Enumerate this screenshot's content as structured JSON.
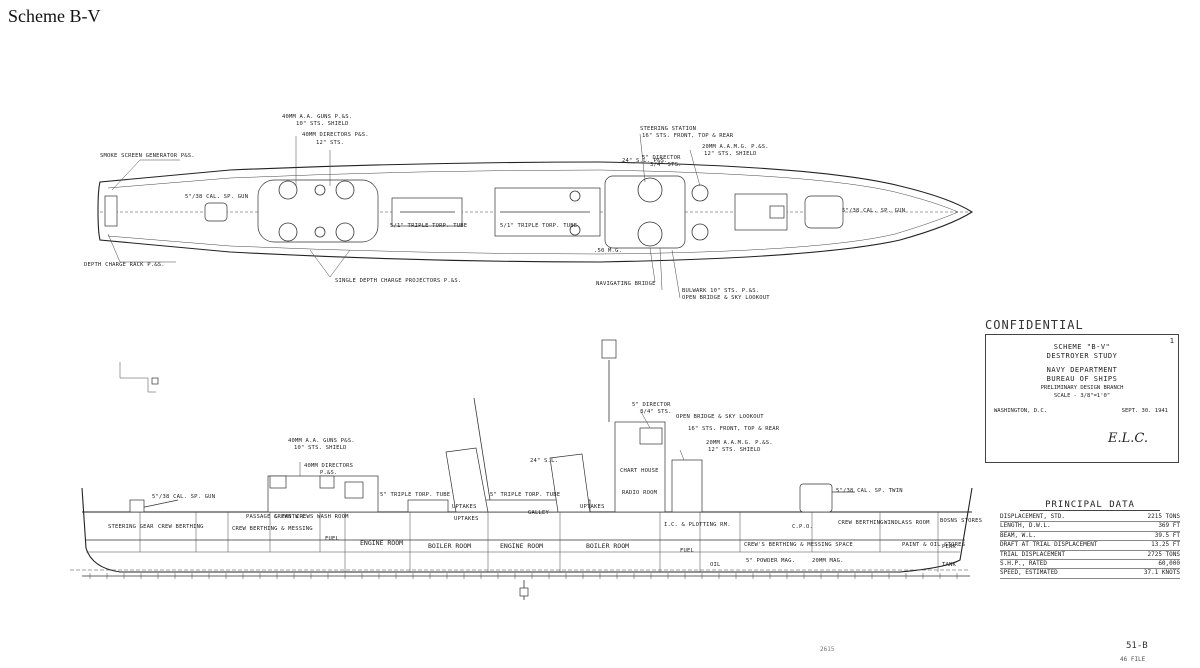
{
  "page_title": "Scheme B-V",
  "plan_labels": {
    "smoke": "SMOKE SCREEN GENERATOR P&S.",
    "depth_rack": "DEPTH CHARGE RACK P.&S.",
    "aft_gun": "5\"/38 CAL. SP. GUN",
    "aa_guns": "40MM A.A. GUNS P.&S.",
    "aa_shields": "10\" STS. SHIELD",
    "directors": "40MM DIRECTORS P&S.",
    "directors_sub": "12\" STS.",
    "projectors": "SINGLE DEPTH CHARGE PROJECTORS P.&S.",
    "tube_aft": "5/1\" TRIPLE TORP. TUBE",
    "tube_fwd": "5/1\" TRIPLE TORP. TUBE",
    "steering": "STEERING STATION",
    "steering_sub": "16\" STS. FRONT, TOP & REAR",
    "sl": "24\" S.L. P&S.",
    "director5": "5\" DIRECTOR",
    "director5_sub": "3/4\" STS.",
    "aamg": "20MM A.A.M.G. P.&S.",
    "aamg_sub": "12\" STS. SHIELD",
    "mg": ".50 M.G.",
    "nav_bridge": "NAVIGATING BRIDGE",
    "bulwark": "BULWARK 10\" STS. P.&S.",
    "open_bridge": "OPEN BRIDGE & SKY LOOKOUT",
    "fwd_gun": "5\"/38 CAL. SP. GUN"
  },
  "profile_labels": {
    "aa_guns": "40MM A.A. GUNS P&S.",
    "aa_shields": "10\" STS. SHIELD",
    "directors": "40MM DIRECTORS",
    "directors_sub": "P.&S.",
    "aft_gun": "5\"/38 CAL. SP. GUN",
    "tube_aft": "5\" TRIPLE TORP. TUBE",
    "tube_fwd": "5\" TRIPLE TORP. TUBE",
    "director5": "5\" DIRECTOR",
    "director5_sub": "3/4\" STS.",
    "open_bridge": "OPEN BRIDGE & SKY LOOKOUT",
    "steering_sub": "16\" STS. FRONT, TOP & REAR",
    "aamg": "20MM A.A.M.G. P.&S.",
    "aamg_sub": "12\" STS. SHIELD",
    "sl": "24\" S.L.",
    "fwd_gun": "5\"/38 CAL. SP. TWIN",
    "stack_aft": "UPTAKES",
    "stack_fwd": "UPTAKES"
  },
  "compartments": {
    "steering": "STEERING GEAR",
    "crew_aft": "CREW BERTHING",
    "crew_mid": "CREW BERTHING & MESSING",
    "passage": "PASSAGE & PANT.",
    "crews_wr": "CREWS W.C.",
    "crews_wash": "CREWS WASH ROOM",
    "engine1": "ENGINE ROOM",
    "boiler1": "BOILER ROOM",
    "engine2": "ENGINE ROOM",
    "boiler2": "BOILER ROOM",
    "uptakes": "UPTAKES",
    "galley": "GALLEY",
    "fuel1": "FUEL",
    "fuel2": "FUEL",
    "chart": "CHART HOUSE",
    "radio": "RADIO ROOM",
    "plotting": "I.C. & PLOTTING RM.",
    "crew_fwd": "CREW'S BERTHING & MESSING SPACE",
    "crew_berthing_fwd": "CREW BERTHING",
    "cpo": "C.P.O.",
    "windlass": "WINDLASS ROOM",
    "bosun": "BOSNS STORES",
    "peak": "PEAK",
    "paint": "PAINT & OIL STORES",
    "powder": "5\" POWDER MAG.",
    "mag20": "20MM MAG.",
    "tank": "TANK",
    "oil": "OIL"
  },
  "confidential": "CONFIDENTIAL",
  "title_block": {
    "line1": "SCHEME \"B-V\"",
    "line2": "DESTROYER STUDY",
    "line3": "NAVY DEPARTMENT",
    "line4": "BUREAU OF SHIPS",
    "line5": "PRELIMINARY DESIGN BRANCH",
    "line6": "SCALE - 3/8\"=1'0\"",
    "place": "WASHINGTON, D.C.",
    "date": "SEPT. 30. 1941",
    "signature": "E.L.C.",
    "corner": "1"
  },
  "principal_data": {
    "title": "PRINCIPAL DATA",
    "rows": [
      {
        "label": "DISPLACEMENT, STD.",
        "value": "2215 TONS"
      },
      {
        "label": "LENGTH, D.W.L.",
        "value": "369 FT"
      },
      {
        "label": "BEAM, W.L.",
        "value": "39.5 FT"
      },
      {
        "label": "DRAFT AT TRIAL DISPLACEMENT",
        "value": "13.25 FT"
      },
      {
        "label": "TRIAL DISPLACEMENT",
        "value": "2725 TONS"
      },
      {
        "label": "S.H.P., RATED",
        "value": "60,000"
      },
      {
        "label": "SPEED, ESTIMATED",
        "value": "37.1 KNOTS"
      }
    ]
  },
  "footer": {
    "center": "2615",
    "page": "51-B",
    "small": "46 FILE"
  }
}
